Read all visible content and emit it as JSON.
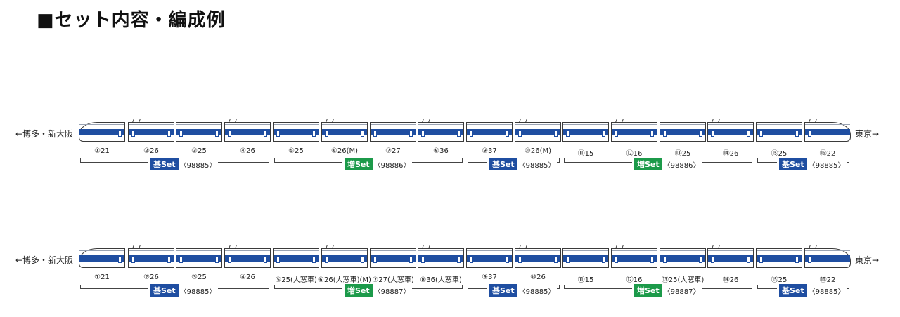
{
  "title": "■セット内容・編成例",
  "direction_left": "←博多・新大阪",
  "direction_right": "東京→",
  "colors": {
    "stripe": "#1f4ea1",
    "base_set": "#1f4ea1",
    "add_set": "#1c9a4a"
  },
  "formations": [
    {
      "cars": [
        "①21",
        "②26",
        "③25",
        "④26",
        "⑤25",
        "⑥26(M)",
        "⑦27",
        "⑧36",
        "⑨37",
        "⑩26(M)",
        "⑪15",
        "⑫16",
        "⑬25",
        "⑭26",
        "⑮25",
        "⑯22"
      ],
      "sets": [
        {
          "label": "基Set",
          "code": "〈98885〉",
          "kind": "base"
        },
        {
          "label": "増Set",
          "code": "〈98886〉",
          "kind": "add"
        },
        {
          "label": "基Set",
          "code": "〈98885〉",
          "kind": "base"
        },
        {
          "label": "増Set",
          "code": "〈98886〉",
          "kind": "add"
        },
        {
          "label": "基Set",
          "code": "〈98885〉",
          "kind": "base"
        }
      ]
    },
    {
      "cars": [
        "①21",
        "②26",
        "③25",
        "④26",
        "⑤25(大窓車)",
        "⑥26(大窓車)(M)",
        "⑦27(大窓車)",
        "⑧36(大窓車)",
        "⑨37",
        "⑩26",
        "⑪15",
        "⑫16",
        "⑬25(大窓車)",
        "⑭26",
        "⑮25",
        "⑯22"
      ],
      "sets": [
        {
          "label": "基Set",
          "code": "〈98885〉",
          "kind": "base"
        },
        {
          "label": "増Set",
          "code": "〈98887〉",
          "kind": "add"
        },
        {
          "label": "基Set",
          "code": "〈98885〉",
          "kind": "base"
        },
        {
          "label": "増Set",
          "code": "〈98887〉",
          "kind": "add"
        },
        {
          "label": "基Set",
          "code": "〈98885〉",
          "kind": "base"
        }
      ]
    }
  ]
}
